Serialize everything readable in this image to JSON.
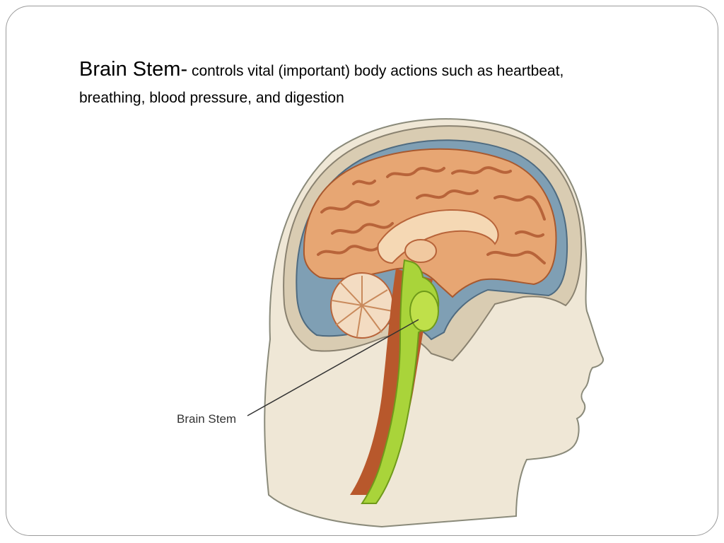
{
  "slide": {
    "term": "Brain Stem-",
    "description_line1": " controls vital (important) body actions such as heartbeat,",
    "description_line2": "breathing, blood pressure, and digestion"
  },
  "illustration": {
    "callout_label": "Brain Stem",
    "colors": {
      "skin": "#efe7d6",
      "skull": "#d9ccb2",
      "brain": "#e7a673",
      "brain_fold": "#b8643a",
      "brainstem": "#a9d43a",
      "cerebellum": "#f3dcc2",
      "ventricle": "#f5d8b4",
      "dura": "#6f8fa5",
      "outline": "#5a5a5a"
    }
  }
}
